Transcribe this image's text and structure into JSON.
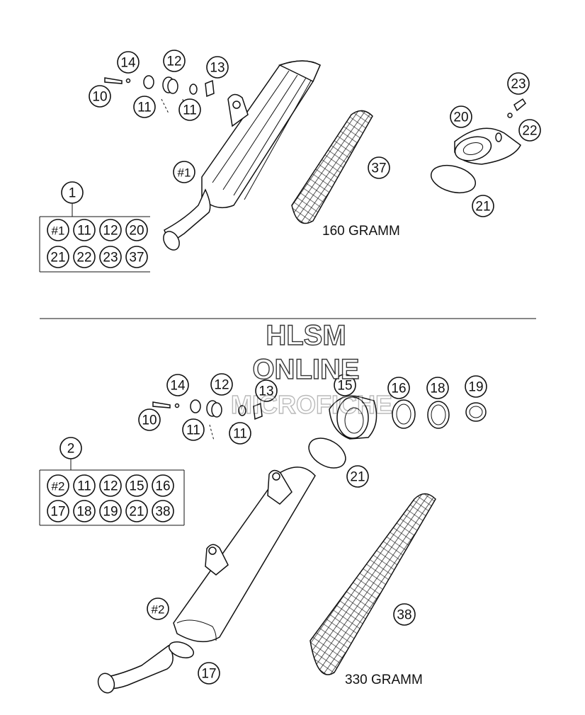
{
  "watermark": {
    "line1": "HLSM",
    "line2": "ONLINE",
    "line3": "MICROFICHE"
  },
  "top_assembly": {
    "weight_label": "160 GRAMM",
    "kit_number": "1",
    "kit_contents": [
      "#1",
      "11",
      "12",
      "20",
      "21",
      "22",
      "23",
      "37"
    ],
    "callouts": {
      "p14": "14",
      "p12": "12",
      "p13": "13",
      "p10": "10",
      "p11a": "11",
      "p11b": "11",
      "p1": "#1",
      "p37": "37",
      "p23": "23",
      "p20": "20",
      "p22": "22",
      "p21": "21"
    }
  },
  "bottom_assembly": {
    "weight_label": "330 GRAMM",
    "kit_number": "2",
    "kit_contents": [
      "#2",
      "11",
      "12",
      "15",
      "16",
      "17",
      "18",
      "19",
      "21",
      "38"
    ],
    "callouts": {
      "p14": "14",
      "p12": "12",
      "p13": "13",
      "p15": "15",
      "p16": "16",
      "p18": "18",
      "p19": "19",
      "p10": "10",
      "p11a": "11",
      "p11b": "11",
      "p21": "21",
      "p2": "#2",
      "p38": "38",
      "p17": "17"
    }
  }
}
